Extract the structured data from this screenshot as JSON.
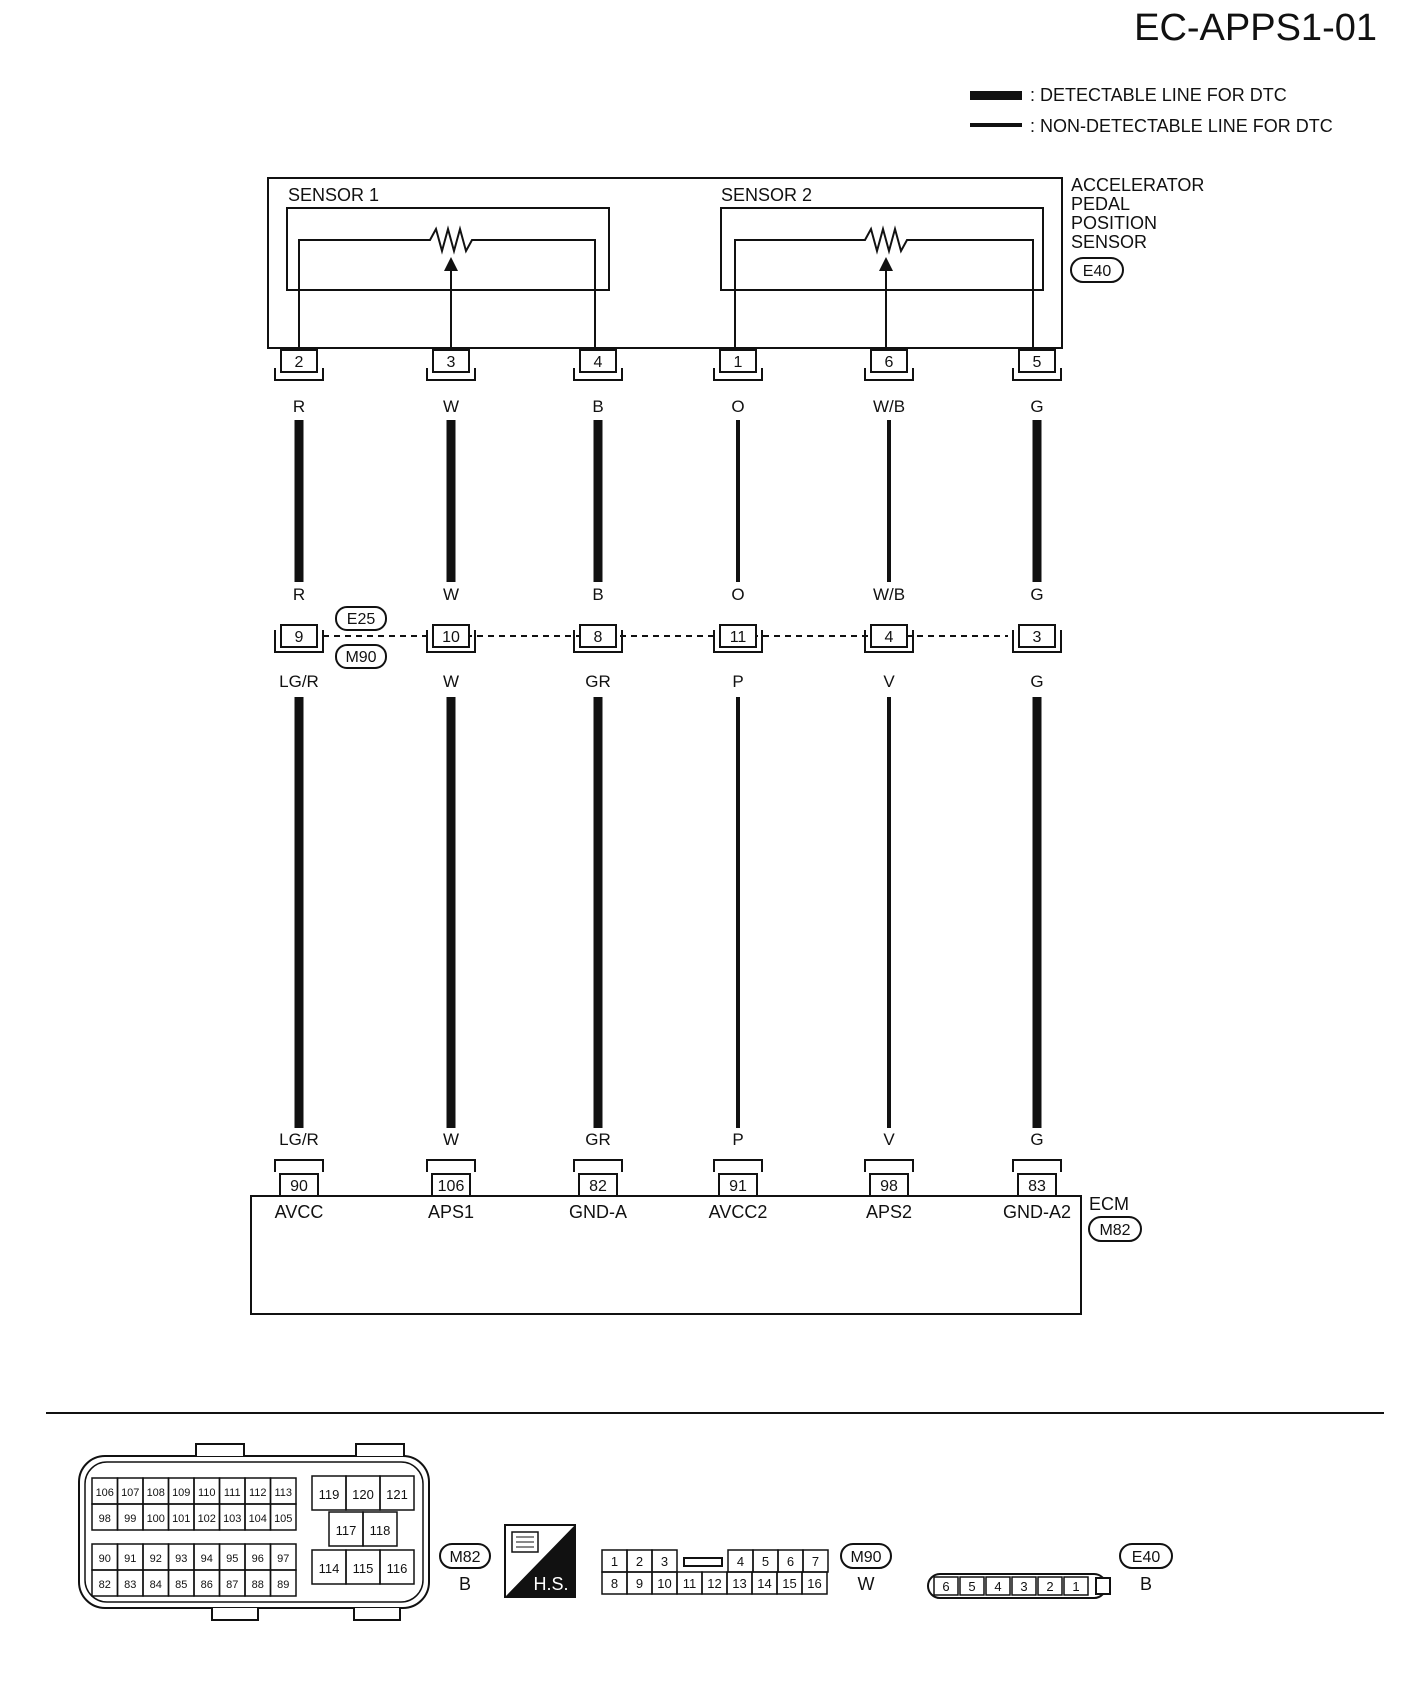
{
  "page_id": "EC-APPS1-01",
  "legend": {
    "detectable": ": DETECTABLE LINE FOR DTC",
    "non_detectable": ": NON-DETECTABLE LINE FOR DTC"
  },
  "sensor": {
    "name_lines": [
      "ACCELERATOR",
      "PEDAL",
      "POSITION",
      "SENSOR"
    ],
    "connector": "E40",
    "sensor1_label": "SENSOR 1",
    "sensor2_label": "SENSOR 2"
  },
  "junction": {
    "connector_top": "E25",
    "connector_bottom": "M90"
  },
  "ecm": {
    "name": "ECM",
    "connector": "M82"
  },
  "circuits": [
    {
      "sensor_pin": "2",
      "top_color": "R",
      "jc_pin": "9",
      "bottom_color": "LG/R",
      "ecm_pin": "90",
      "ecm_signal": "AVCC",
      "detectable": true
    },
    {
      "sensor_pin": "3",
      "top_color": "W",
      "jc_pin": "10",
      "bottom_color": "W",
      "ecm_pin": "106",
      "ecm_signal": "APS1",
      "detectable": true
    },
    {
      "sensor_pin": "4",
      "top_color": "B",
      "jc_pin": "8",
      "bottom_color": "GR",
      "ecm_pin": "82",
      "ecm_signal": "GND-A",
      "detectable": true
    },
    {
      "sensor_pin": "1",
      "top_color": "O",
      "jc_pin": "11",
      "bottom_color": "P",
      "ecm_pin": "91",
      "ecm_signal": "AVCC2",
      "detectable": false
    },
    {
      "sensor_pin": "6",
      "top_color": "W/B",
      "jc_pin": "4",
      "bottom_color": "V",
      "ecm_pin": "98",
      "ecm_signal": "APS2",
      "detectable": false
    },
    {
      "sensor_pin": "5",
      "top_color": "G",
      "jc_pin": "3",
      "bottom_color": "G",
      "ecm_pin": "83",
      "ecm_signal": "GND-A2",
      "detectable": true
    }
  ],
  "connector_views": {
    "m82": {
      "id": "M82",
      "color": "B",
      "row1": [
        "106",
        "107",
        "108",
        "109",
        "110",
        "111",
        "112",
        "113"
      ],
      "row2": [
        "98",
        "99",
        "100",
        "101",
        "102",
        "103",
        "104",
        "105"
      ],
      "row3": [
        "90",
        "91",
        "92",
        "93",
        "94",
        "95",
        "96",
        "97"
      ],
      "row4": [
        "82",
        "83",
        "84",
        "85",
        "86",
        "87",
        "88",
        "89"
      ],
      "right_top": [
        "119",
        "120",
        "121"
      ],
      "right_mid": [
        "117",
        "118"
      ],
      "right_bot": [
        "114",
        "115",
        "116"
      ]
    },
    "hs_label": "H.S.",
    "m90": {
      "id": "M90",
      "color": "W",
      "top_left": [
        "1",
        "2",
        "3"
      ],
      "top_right": [
        "4",
        "5",
        "6",
        "7"
      ],
      "bottom": [
        "8",
        "9",
        "10",
        "11",
        "12",
        "13",
        "14",
        "15",
        "16"
      ]
    },
    "e40": {
      "id": "E40",
      "color": "B",
      "pins": [
        "6",
        "5",
        "4",
        "3",
        "2",
        "1"
      ]
    }
  }
}
